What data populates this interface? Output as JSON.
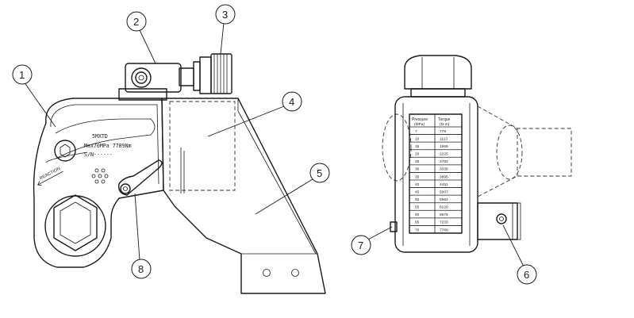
{
  "callouts": [
    "1",
    "2",
    "3",
    "4",
    "5",
    "6",
    "7",
    "8"
  ],
  "nameplate": {
    "model": "5MXTD",
    "spec": "Max70MPa 7789Nm",
    "serial": "S/N------"
  },
  "reaction_engraving": "REACTION",
  "torque_table": {
    "headers": {
      "pressure": "Pressure",
      "pressure_unit": "(MPa)",
      "torque": "Torque",
      "torque_unit": "(N·m)"
    },
    "rows": [
      {
        "pressure": "7",
        "torque": "779"
      },
      {
        "pressure": "10",
        "torque": "1113"
      },
      {
        "pressure": "15",
        "torque": "1669"
      },
      {
        "pressure": "20",
        "torque": "2225"
      },
      {
        "pressure": "25",
        "torque": "2782"
      },
      {
        "pressure": "30",
        "torque": "3338"
      },
      {
        "pressure": "35",
        "torque": "3895"
      },
      {
        "pressure": "40",
        "torque": "4451"
      },
      {
        "pressure": "45",
        "torque": "5007"
      },
      {
        "pressure": "50",
        "torque": "5564"
      },
      {
        "pressure": "55",
        "torque": "6120"
      },
      {
        "pressure": "60",
        "torque": "8676"
      },
      {
        "pressure": "65",
        "torque": "7233"
      },
      {
        "pressure": "70",
        "torque": "7789"
      }
    ]
  }
}
